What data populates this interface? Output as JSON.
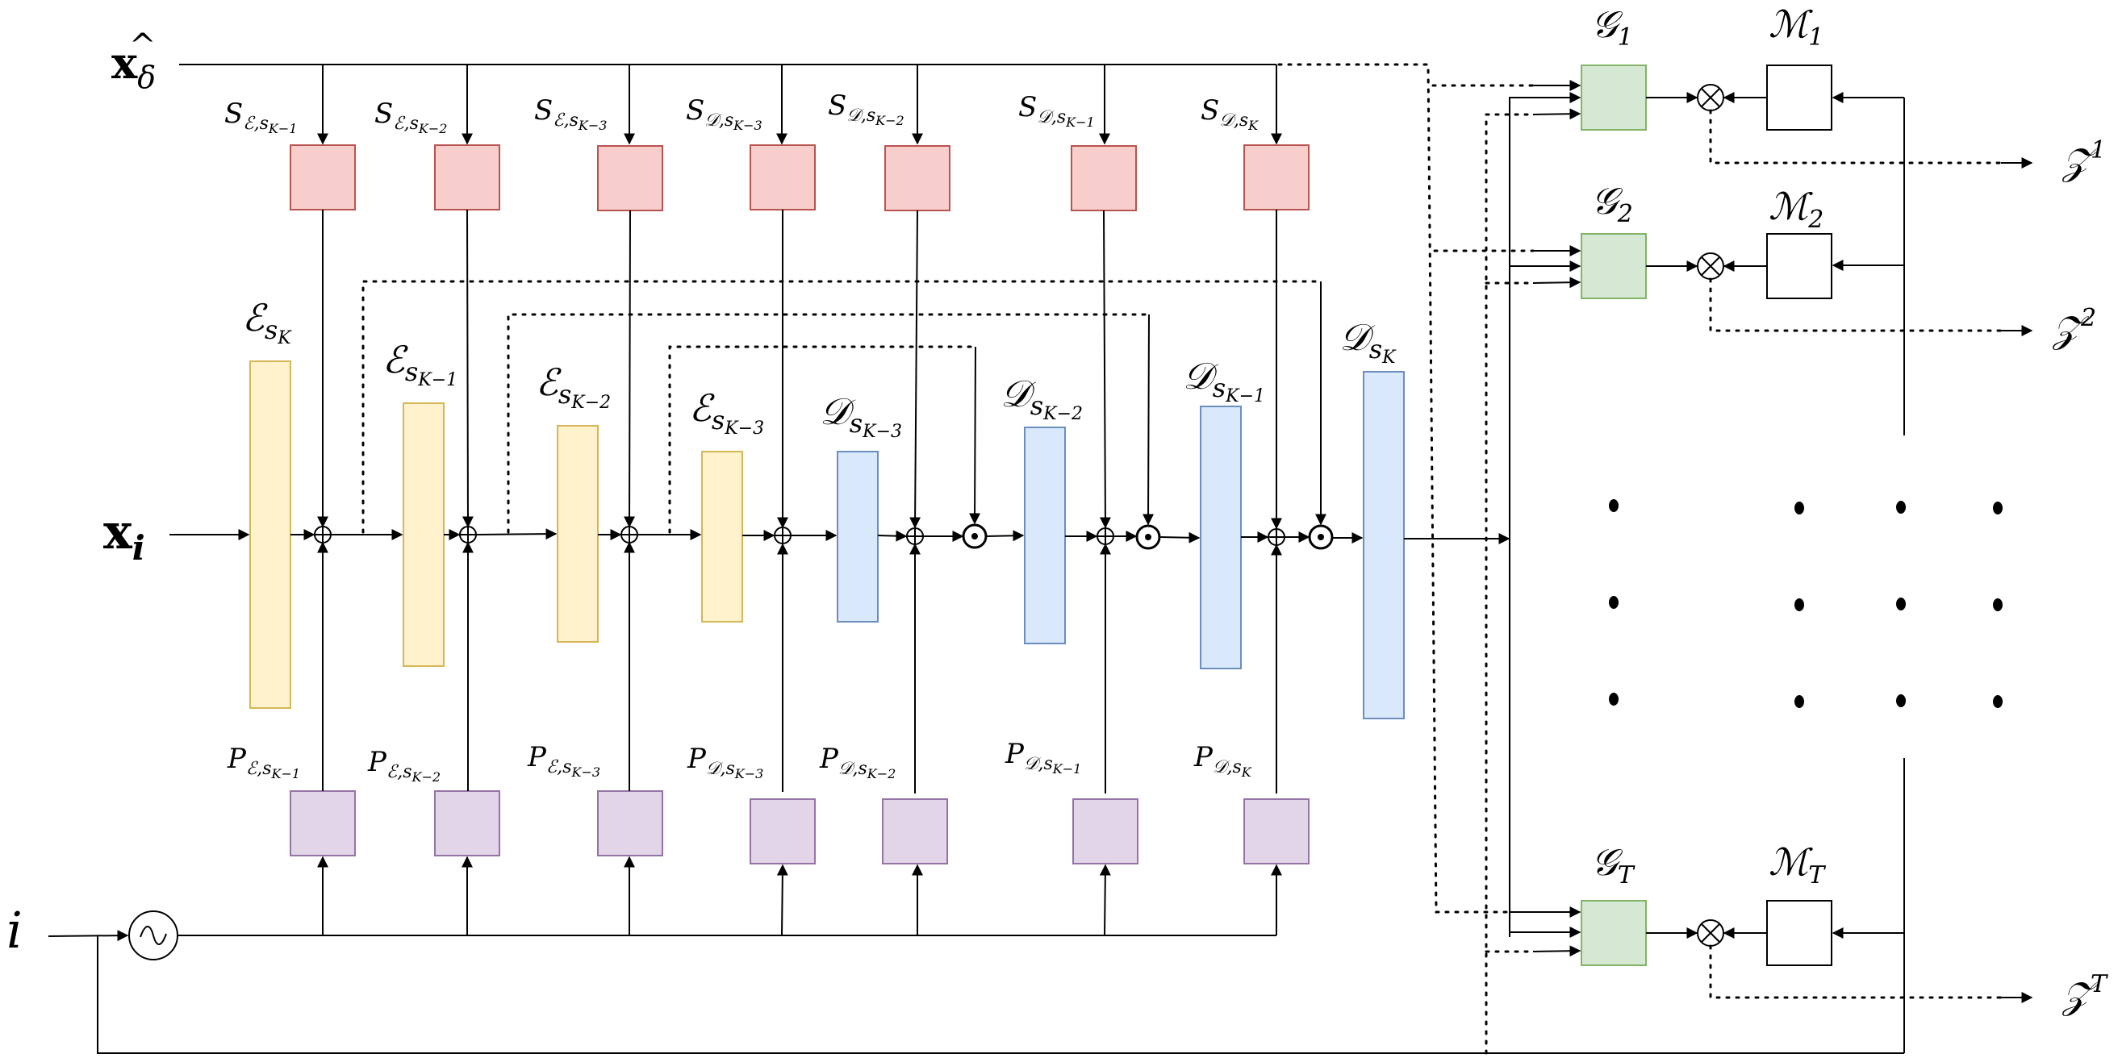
{
  "inputs": {
    "x_delta": {
      "main": "x",
      "accent": "^",
      "sub": "δ"
    },
    "x_i": {
      "main": "x",
      "sub": "i"
    },
    "i": {
      "main": "i"
    }
  },
  "encoders": [
    {
      "main": "ℰ",
      "sub": "s",
      "subsub": "K"
    },
    {
      "main": "ℰ",
      "sub": "s",
      "subsub": "K−1"
    },
    {
      "main": "ℰ",
      "sub": "s",
      "subsub": "K−2"
    },
    {
      "main": "ℰ",
      "sub": "s",
      "subsub": "K−3"
    }
  ],
  "decoders": [
    {
      "main": "𝒟",
      "sub": "s",
      "subsub": "K−3"
    },
    {
      "main": "𝒟",
      "sub": "s",
      "subsub": "K−2"
    },
    {
      "main": "𝒟",
      "sub": "s",
      "subsub": "K−1"
    },
    {
      "main": "𝒟",
      "sub": "s",
      "subsub": "K"
    }
  ],
  "s_labels": [
    {
      "main": "S",
      "sub": "ℰ,s",
      "subsub": "K−1"
    },
    {
      "main": "S",
      "sub": "ℰ,s",
      "subsub": "K−2"
    },
    {
      "main": "S",
      "sub": "ℰ,s",
      "subsub": "K−3"
    },
    {
      "main": "S",
      "sub": "𝒟,s",
      "subsub": "K−3"
    },
    {
      "main": "S",
      "sub": "𝒟,s",
      "subsub": "K−2"
    },
    {
      "main": "S",
      "sub": "𝒟,s",
      "subsub": "K−1"
    },
    {
      "main": "S",
      "sub": "𝒟,s",
      "subsub": "K"
    }
  ],
  "p_labels": [
    {
      "main": "P",
      "sub": "ℰ,s",
      "subsub": "K−1"
    },
    {
      "main": "P",
      "sub": "ℰ,s",
      "subsub": "K−2"
    },
    {
      "main": "P",
      "sub": "ℰ,s",
      "subsub": "K−3"
    },
    {
      "main": "P",
      "sub": "𝒟,s",
      "subsub": "K−3"
    },
    {
      "main": "P",
      "sub": "𝒟,s",
      "subsub": "K−2"
    },
    {
      "main": "P",
      "sub": "𝒟,s",
      "subsub": "K−1"
    },
    {
      "main": "P",
      "sub": "𝒟,s",
      "subsub": "K"
    }
  ],
  "heads": [
    {
      "g": {
        "main": "𝒢",
        "sub": "1"
      },
      "m": {
        "main": "ℳ",
        "sub": "1"
      },
      "z": {
        "main": "𝒵",
        "sup": "1"
      }
    },
    {
      "g": {
        "main": "𝒢",
        "sub": "2"
      },
      "m": {
        "main": "ℳ",
        "sub": "2"
      },
      "z": {
        "main": "𝒵",
        "sup": "2"
      }
    },
    {
      "g": {
        "main": "𝒢",
        "sub": "T"
      },
      "m": {
        "main": "ℳ",
        "sub": "T"
      },
      "z": {
        "main": "𝒵",
        "sup": "T"
      }
    }
  ],
  "colors": {
    "encoder_fill": "#fff2cc",
    "encoder_stroke": "#d6b656",
    "decoder_fill": "#dae8fc",
    "decoder_stroke": "#6c8ebf",
    "s_fill": "#f8cecc",
    "s_stroke": "#b85450",
    "p_fill": "#e1d5e7",
    "p_stroke": "#9673a6",
    "g_fill": "#d5e8d4",
    "g_stroke": "#82b366"
  },
  "icons": [
    "sum-icon",
    "hadamard-product-icon",
    "multiply-icon",
    "sinusoidal-encoding-icon",
    "ellipsis-dot-icon"
  ]
}
